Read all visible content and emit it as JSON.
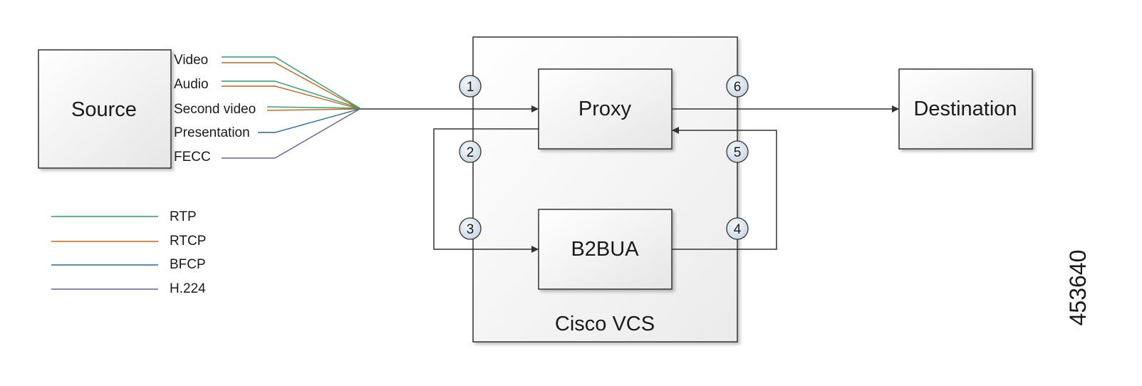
{
  "nodes": {
    "source": "Source",
    "proxy": "Proxy",
    "b2bua": "B2BUA",
    "destination": "Destination",
    "cisco_vcs": "Cisco VCS"
  },
  "streams": [
    {
      "label": "Video",
      "protocols": [
        "RTP",
        "RTCP"
      ]
    },
    {
      "label": "Audio",
      "protocols": [
        "RTP",
        "RTCP"
      ]
    },
    {
      "label": "Second video",
      "protocols": [
        "RTP",
        "RTCP"
      ]
    },
    {
      "label": "Presentation",
      "protocols": [
        "BFCP"
      ]
    },
    {
      "label": "FECC",
      "protocols": [
        "H.224"
      ]
    }
  ],
  "legend": [
    {
      "label": "RTP",
      "color": "#2aa06a"
    },
    {
      "label": "RTCP",
      "color": "#c8641e"
    },
    {
      "label": "BFCP",
      "color": "#1f6aa8"
    },
    {
      "label": "H.224",
      "color": "#6b5f9e"
    }
  ],
  "steps": [
    "1",
    "2",
    "3",
    "4",
    "5",
    "6"
  ],
  "figure_id": "453640",
  "colors": {
    "line": "#333333",
    "box_fill_top": "#ffffff",
    "box_fill_bottom": "#e8e8e8",
    "badge_fill": "#dce6f0"
  }
}
